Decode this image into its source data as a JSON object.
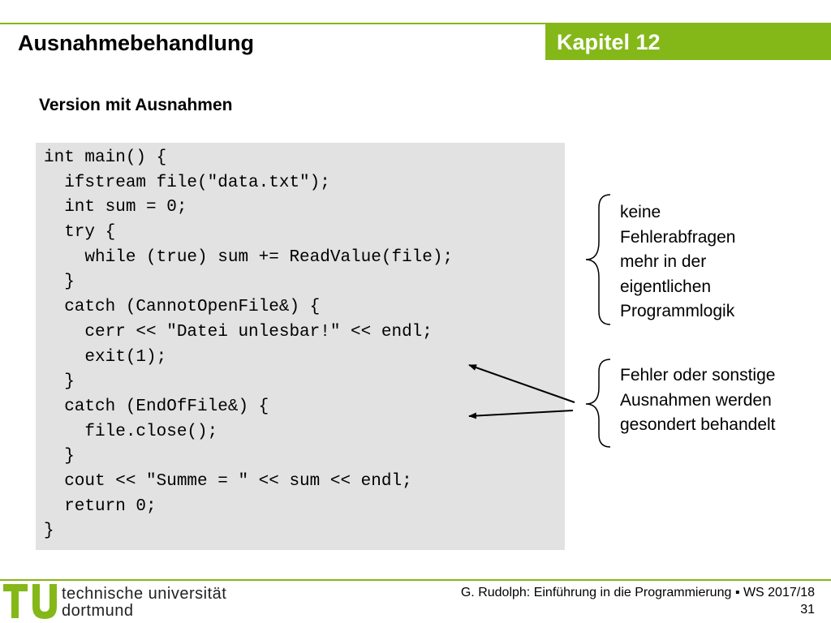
{
  "header": {
    "title": "Ausnahmebehandlung",
    "chapter": "Kapitel 12"
  },
  "slide": {
    "subtitle": "Version mit Ausnahmen",
    "code": [
      "int main() {",
      "  ifstream file(\"data.txt\");",
      "  int sum = 0;",
      "  try {",
      "    while (true) sum += ReadValue(file);",
      "  }",
      "  catch (CannotOpenFile&) {",
      "    cerr << \"Datei unlesbar!\" << endl;",
      "    exit(1);",
      "  }",
      "  catch (EndOfFile&) {",
      "    file.close();",
      "  }",
      "  cout << \"Summe = \" << sum << endl;",
      "  return 0;",
      "}"
    ],
    "notes": [
      {
        "lines": [
          "keine",
          "Fehlerabfragen",
          "mehr in der",
          "eigentlichen",
          "Programmlogik"
        ]
      },
      {
        "lines": [
          "Fehler oder sonstige",
          "Ausnahmen werden",
          "gesondert behandelt"
        ]
      }
    ]
  },
  "footer": {
    "university_line1": "technische universität",
    "university_line2": "dortmund",
    "text": "G. Rudolph: Einführung in die Programmierung ▪ WS 2017/18",
    "page": "31"
  },
  "colors": {
    "accent": "#84b819",
    "code_bg": "#e2e2e2"
  }
}
